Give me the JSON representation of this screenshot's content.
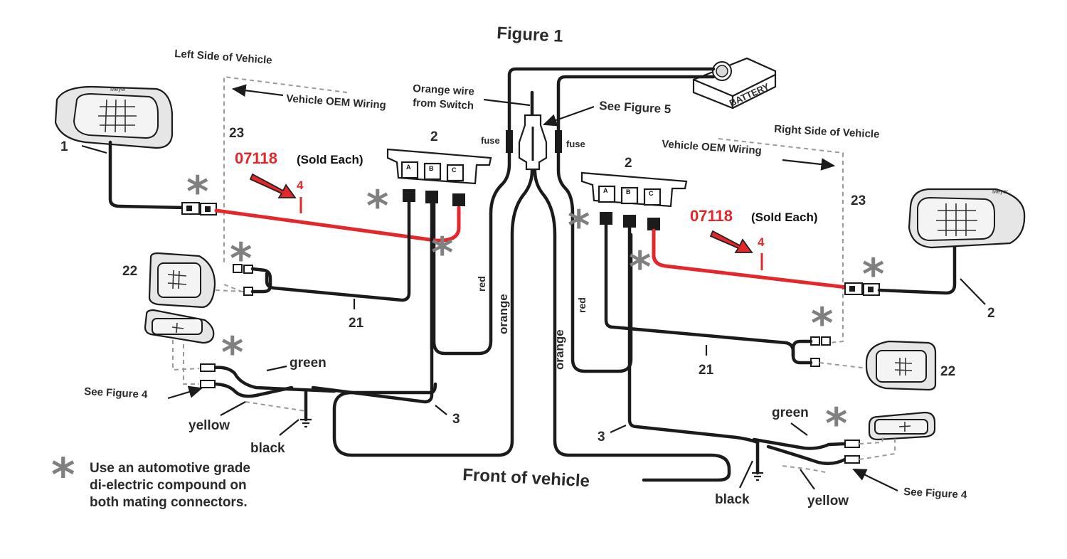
{
  "figure_title": "Figure 1",
  "left_side_label": "Left Side of Vehicle",
  "right_side_label": "Right Side of Vehicle",
  "vehicle_oem_wiring_left": "Vehicle OEM Wiring",
  "vehicle_oem_wiring_right": "Vehicle OEM Wiring",
  "orange_wire_label_line1": "Orange wire",
  "orange_wire_label_line2": "from Switch",
  "see_figure_5": "See Figure 5",
  "battery_label": "BATTERY",
  "fuse_left": "fuse",
  "fuse_right": "fuse",
  "front_of_vehicle": "Front of vehicle",
  "part_numbers": {
    "left": {
      "num_23": "23",
      "num_1": "1",
      "num_2": "2",
      "num_22": "22",
      "num_21": "21",
      "num_3": "3",
      "num_4": "4"
    },
    "right": {
      "num_23": "23",
      "num_2_top": "2",
      "num_2_lamp": "2",
      "num_22": "22",
      "num_21": "21",
      "num_3": "3",
      "num_4": "4"
    }
  },
  "sold_each": {
    "part": "07118",
    "note": "(Sold Each)"
  },
  "connector_pins": [
    "A",
    "B",
    "C"
  ],
  "wire_colors": {
    "left_red": "red",
    "left_orange": "orange",
    "right_red": "red",
    "right_orange": "orange",
    "left_green": "green",
    "left_yellow": "yellow",
    "left_black": "black",
    "right_green": "green",
    "right_yellow": "yellow",
    "right_black": "black"
  },
  "see_figure_4_left": "See Figure  4",
  "see_figure_4_right": "See Figure  4",
  "lamp_brand": "Meyer",
  "note": {
    "line1": "Use an automotive grade",
    "line2": "di-electric compound on",
    "line3": "both mating connectors."
  },
  "colors": {
    "highlight_red": "#e3272a",
    "wire": "#1b1b1b",
    "asterisk": "#808080",
    "dashed": "#9a9a9a"
  }
}
